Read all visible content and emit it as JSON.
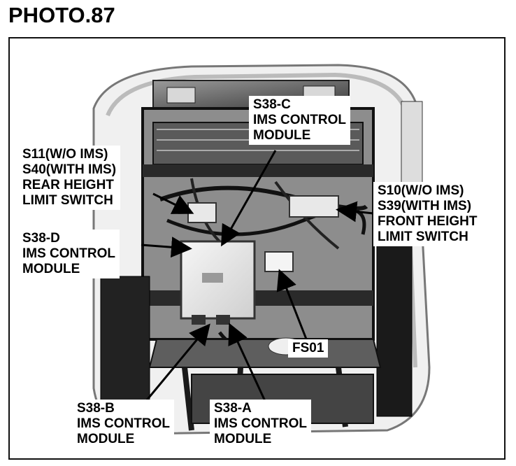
{
  "title": "PHOTO.87",
  "labels": {
    "s38c": [
      "S38-C",
      "IMS CONTROL",
      "MODULE"
    ],
    "s11": [
      "S11(W/O IMS)",
      "S40(WITH IMS)",
      "REAR HEIGHT",
      "LIMIT SWITCH"
    ],
    "s10": [
      "S10(W/O IMS)",
      "S39(WITH IMS)",
      "FRONT HEIGHT",
      "LIMIT SWITCH"
    ],
    "s38d": [
      "S38-D",
      "IMS CONTROL",
      "MODULE"
    ],
    "fs01": [
      "FS01"
    ],
    "s38b": [
      "S38-B",
      "IMS CONTROL",
      "MODULE"
    ],
    "s38a": [
      "S38-A",
      "IMS CONTROL",
      "MODULE"
    ]
  },
  "colors": {
    "ink": "#000000",
    "metal_dark": "#1e1e1e",
    "metal_mid": "#6b6b6b",
    "metal_light": "#c9c9c9",
    "module_face": "#ececec"
  }
}
